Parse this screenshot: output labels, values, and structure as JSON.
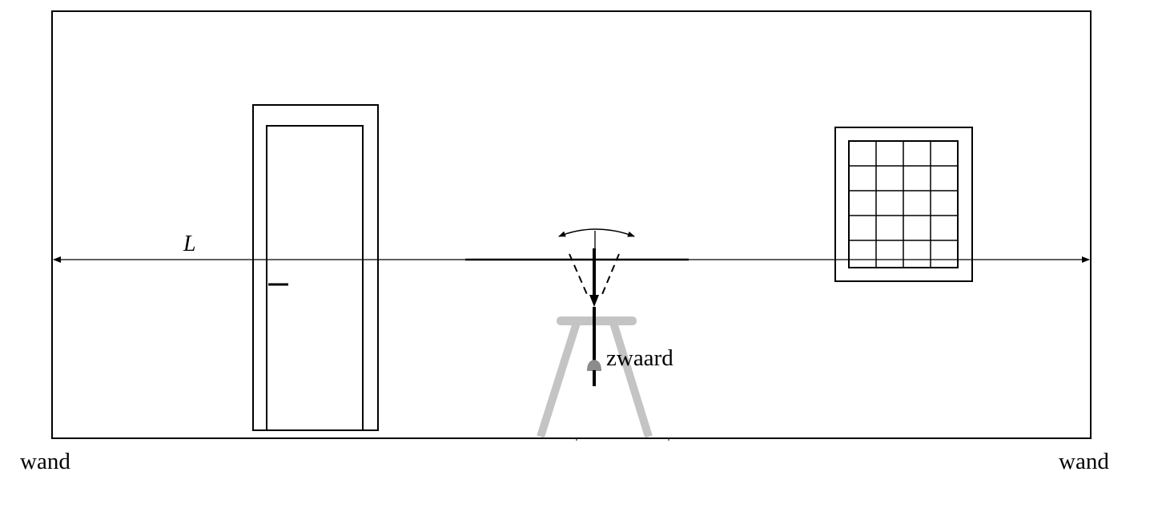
{
  "labels": {
    "length": "L",
    "sword": "zwaard",
    "wall_left": "wand",
    "wall_right": "wand"
  },
  "colors": {
    "line": "#000000",
    "stool": "#c4c4c4",
    "background": "#ffffff"
  },
  "icons": {
    "door": "door-icon",
    "window": "window-icon",
    "stool": "stool-icon",
    "swing": "swing-arrow-icon"
  }
}
